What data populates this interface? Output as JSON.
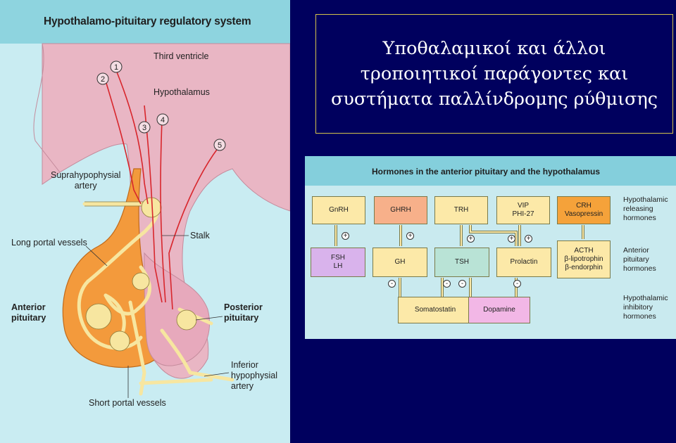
{
  "left_figure": {
    "title": "Hypothalamo-pituitary regulatory system",
    "labels": {
      "third_ventricle": "Third ventricle",
      "hypothalamus": "Hypothalamus",
      "suprahypophysial_1": "Suprahypophysial",
      "suprahypophysial_2": "artery",
      "long_portal": "Long portal vessels",
      "stalk": "Stalk",
      "anterior_1": "Anterior",
      "anterior_2": "pituitary",
      "posterior_1": "Posterior",
      "posterior_2": "pituitary",
      "inferior_1": "Inferior",
      "inferior_2": "hypophysial",
      "inferior_3": "artery",
      "short_portal": "Short portal vessels"
    },
    "neurons": [
      "1",
      "2",
      "3",
      "4",
      "5"
    ]
  },
  "slide_title": {
    "line1": "Υποθαλαμικοί και άλλοι",
    "line2": "τροποιητικοί παράγοντες και",
    "line3": "συστήματα παλλίνδρομης ρύθμισης"
  },
  "right_figure": {
    "title": "Hormones in the anterior pituitary and the hypothalamus",
    "releasing": {
      "gnrh": "GnRH",
      "ghrh": "GHRH",
      "trh": "TRH",
      "vip_1": "VIP",
      "vip_2": "PHI-27",
      "crh_1": "CRH",
      "crh_2": "Vasopressin"
    },
    "pituitary": {
      "fsh_1": "FSH",
      "fsh_2": "LH",
      "gh": "GH",
      "tsh": "TSH",
      "prolactin": "Prolactin",
      "acth_1": "ACTH",
      "acth_2": "β-lipotrophin",
      "acth_3": "β-endorphin"
    },
    "inhibitory": {
      "somatostatin": "Somatostatin",
      "dopamine": "Dopamine"
    },
    "plus": "+",
    "minus": "-",
    "side_labels": {
      "releasing_1": "Hypothalamic",
      "releasing_2": "releasing",
      "releasing_3": "hormones",
      "anterior_1": "Anterior",
      "anterior_2": "pituitary",
      "anterior_3": "hormones",
      "inhibitory_1": "Hypothalamic",
      "inhibitory_2": "inhibitory",
      "inhibitory_3": "hormones"
    },
    "colors": {
      "gnrh": "#fce9a8",
      "ghrh": "#f7b08a",
      "trh": "#fce9a8",
      "vip": "#fce9a8",
      "crh": "#f5a23a",
      "fsh": "#d9b3ec",
      "gh": "#fce9a8",
      "tsh": "#b9e3d6",
      "prolactin": "#fce9a8",
      "acth": "#fce9a8",
      "somatostatin": "#fce9a8",
      "dopamine": "#f2b7e6"
    }
  }
}
